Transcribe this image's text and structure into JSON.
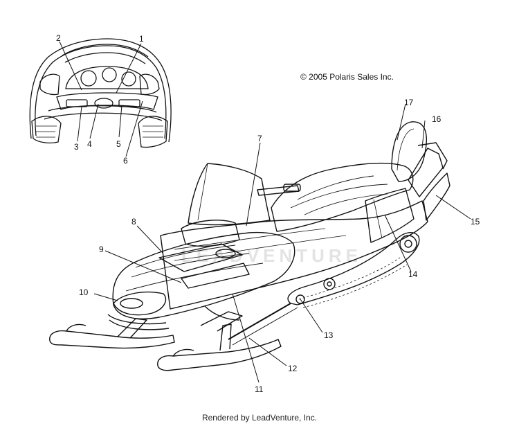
{
  "copyright": "© 2005 Polaris Sales Inc.",
  "footer": "Rendered by LeadVenture, Inc.",
  "watermark": "LEADVENTURE",
  "callouts": [
    "1",
    "2",
    "3",
    "4",
    "5",
    "6",
    "7",
    "8",
    "9",
    "10",
    "11",
    "12",
    "13",
    "14",
    "15",
    "16",
    "17"
  ]
}
